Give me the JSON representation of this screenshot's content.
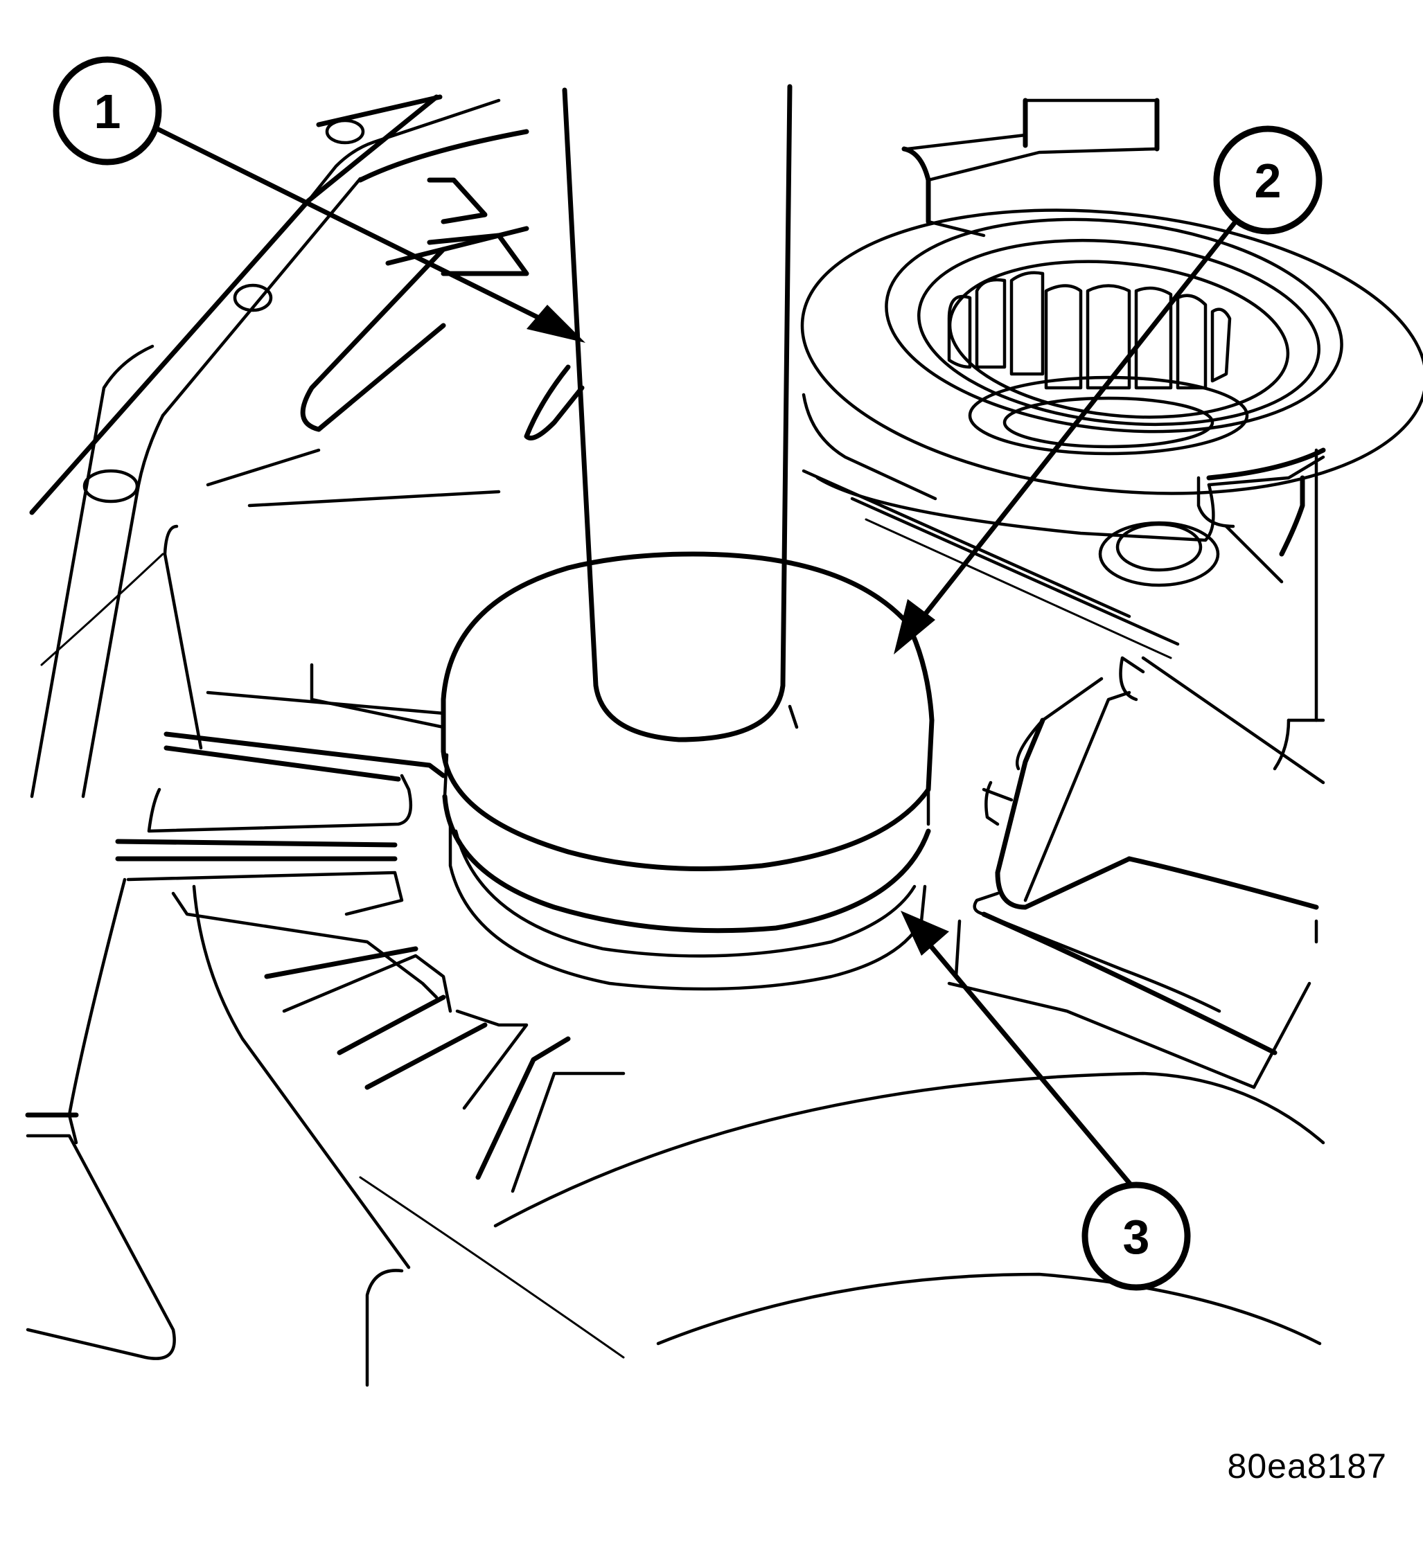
{
  "figure": {
    "callouts": [
      {
        "number": "1"
      },
      {
        "number": "2"
      },
      {
        "number": "3"
      }
    ],
    "figure_id": "80ea8187"
  },
  "colors": {
    "line": "#000000",
    "background": "#ffffff"
  }
}
